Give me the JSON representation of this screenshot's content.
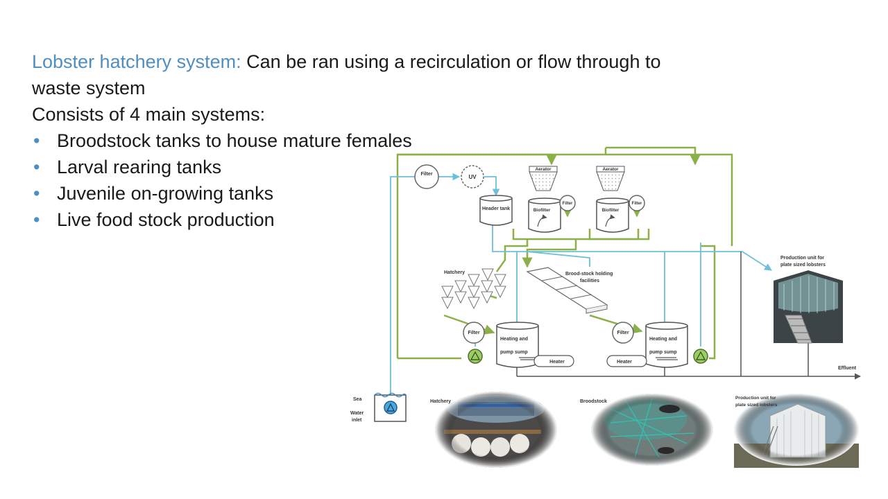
{
  "heading": {
    "accent": "Lobster hatchery system:",
    "rest": " Can be ran using a recirculation or flow through to",
    "line2": "waste system",
    "line3": "Consists of 4 main systems:"
  },
  "bullets": [
    "Broodstock tanks to house mature females",
    "Larval rearing tanks",
    "Juvenile on-growing tanks",
    "Live food stock production"
  ],
  "bullet_glyph": "•",
  "diagram": {
    "filter_label": "Filter",
    "uv_label": "UV",
    "header_tank_label": "Header tank",
    "aerator_label": "Aerator",
    "biofilter_label": "Biofilter",
    "hatchery_label": "Hatchery",
    "broodstock_holding_line1": "Brood-stock holding",
    "broodstock_holding_line2": "facilities",
    "production_unit_line1": "Production unit for",
    "production_unit_line2": "plate sized lobsters",
    "heating_line1": "Heating and",
    "heating_line2": "pump sump",
    "heater_label": "Heater",
    "effluent_label": "Effluent",
    "sea_label": "Sea",
    "water_label": "Water",
    "inlet_label": "inlet"
  },
  "photos": {
    "hatchery_label": "Hatchery",
    "broodstock_label": "Broodstock",
    "production_line1": "Production unit for",
    "production_line2": "plate sized lobsters"
  },
  "colors": {
    "accent": "#4f8fc0",
    "pipe_green": "#8bb04a",
    "pipe_blue": "#6cc0d8",
    "pipe_gray": "#555555"
  }
}
